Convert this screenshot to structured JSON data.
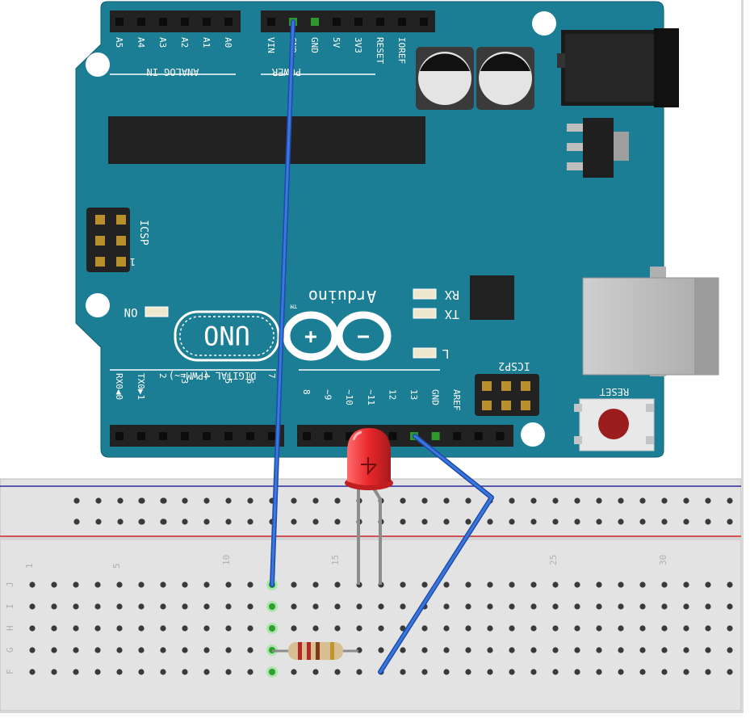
{
  "board": {
    "name": "UNO",
    "brand": "Arduino",
    "trademark": "TM",
    "on_label": "ON",
    "rx_label": "RX",
    "tx_label": "TX",
    "l_label": "L",
    "reset_label": "RESET",
    "icsp_label": "ICSP",
    "icsp2_label": "ICSP2",
    "icsp_pin1": "1",
    "analog_label": "ANALOG IN",
    "power_label": "POWER",
    "digital_label": "DIGITAL (PWM=~)",
    "analog_pins": [
      "A5",
      "A4",
      "A3",
      "A2",
      "A1",
      "A0"
    ],
    "power_pins": [
      "VIN",
      "GND",
      "GND",
      "5V",
      "3V3",
      "RESET",
      "IOREF"
    ],
    "digital_low": [
      "RX0◀0",
      "TX0▶1",
      "2",
      "~3",
      "4",
      "~5",
      "~6",
      "7"
    ],
    "digital_high": [
      "8",
      "~9",
      "~10",
      "~11",
      "12",
      "13",
      "GND",
      "AREF"
    ],
    "colors": {
      "board": "#1b7e95",
      "header": "#222222",
      "wire": "#2a5dbf",
      "led": "#e8282b",
      "rail_blue": "#2a2aa0",
      "rail_red": "#d0282b",
      "breadboard": "#e6e6e6",
      "hole_active": "#4ccc4c"
    }
  },
  "breadboard": {
    "column_numbers": [
      "1",
      "5",
      "10",
      "15",
      "25",
      "30"
    ],
    "row_letters": [
      "J",
      "I",
      "H",
      "G",
      "F"
    ]
  },
  "components": {
    "led": "red-led",
    "resistor": "resistor",
    "wire": "jumper-wire"
  }
}
